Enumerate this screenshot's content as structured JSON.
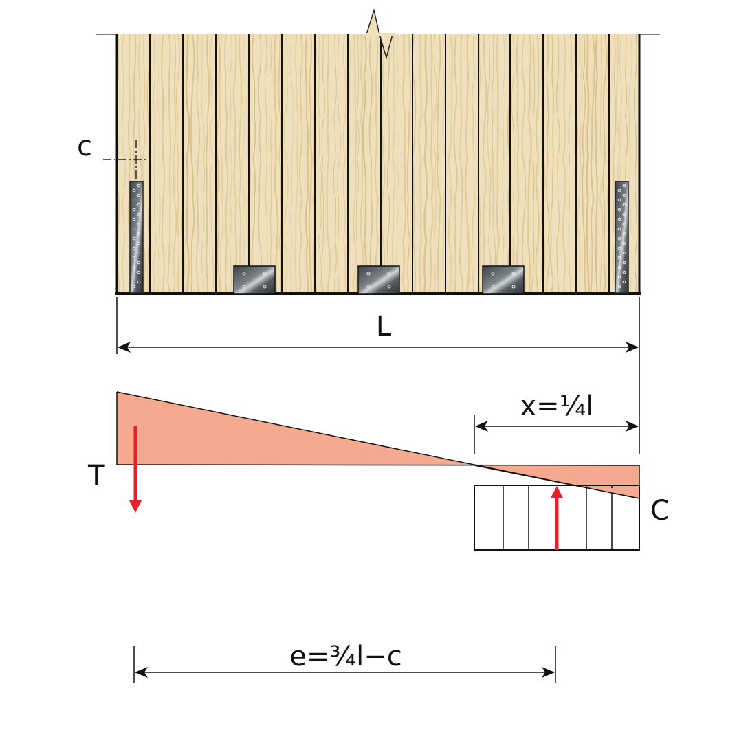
{
  "labels": {
    "c": "c",
    "L": "L",
    "x": "x=¼l",
    "T": "T",
    "C": "C",
    "e": "e=¾l−c"
  },
  "colors": {
    "wood": "#efe0bd",
    "grain": "#d9bf85",
    "stress": "#f5a98e",
    "force": "#e8202a",
    "metal": "#5a6064"
  }
}
